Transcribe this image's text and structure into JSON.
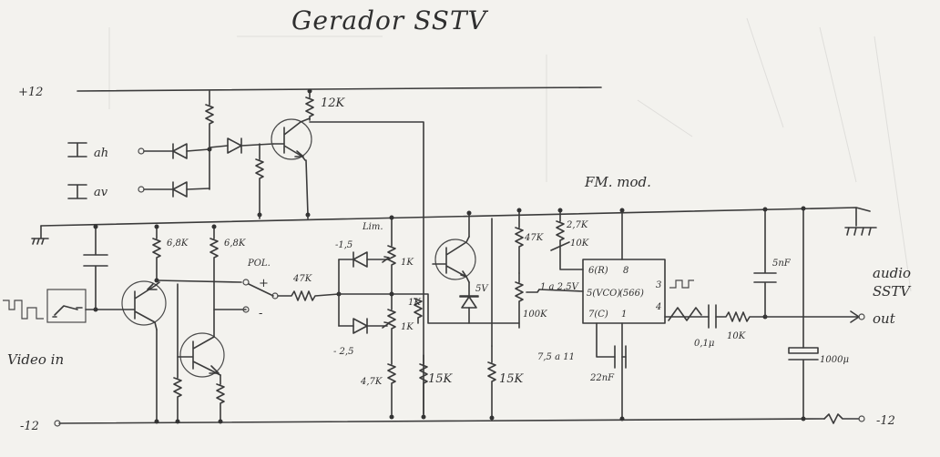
{
  "title": "Gerador SSTV",
  "labels": {
    "plus12": "+12",
    "minus12_left": "-12",
    "minus12_right": "-12",
    "ah": "ah",
    "av": "av",
    "video_in": "Video in",
    "r12k": "12K",
    "r68k_a": "6,8K",
    "r68k_b": "6,8K",
    "pol": "POL.",
    "pol_plus": "+",
    "pol_minus": "-",
    "r47k": "47K",
    "lim": "Lim.",
    "v_pos": "-1,5",
    "v_neg": "- 2,5",
    "r1k_a": "1K",
    "r1k_b": "1K",
    "r1k_c": "1K",
    "r47k_b": "4,7K",
    "r15k_a": "15K",
    "r15k_b": "15K",
    "zener": "5V",
    "r47k_c": "47K",
    "r27k": "2,7K",
    "r10k_pot": "10K",
    "range": "1 a 2,5V",
    "r100k": "100K",
    "fm_mod": "FM. mod.",
    "pin6": "6(R)",
    "pin8": "8",
    "pin5": "5(VCO)",
    "chip": "(566)",
    "pin3": "3",
    "pin7": "7(C)",
    "pin1": "1",
    "pin4": "4",
    "range2": "7,5 a 11",
    "c22nf": "22nF",
    "c01": "0,1μ",
    "r10k": "10K",
    "c5nf": "5nF",
    "audio": "audio",
    "sstv": "SSTV",
    "out": "out",
    "c1000": "1000μ"
  }
}
